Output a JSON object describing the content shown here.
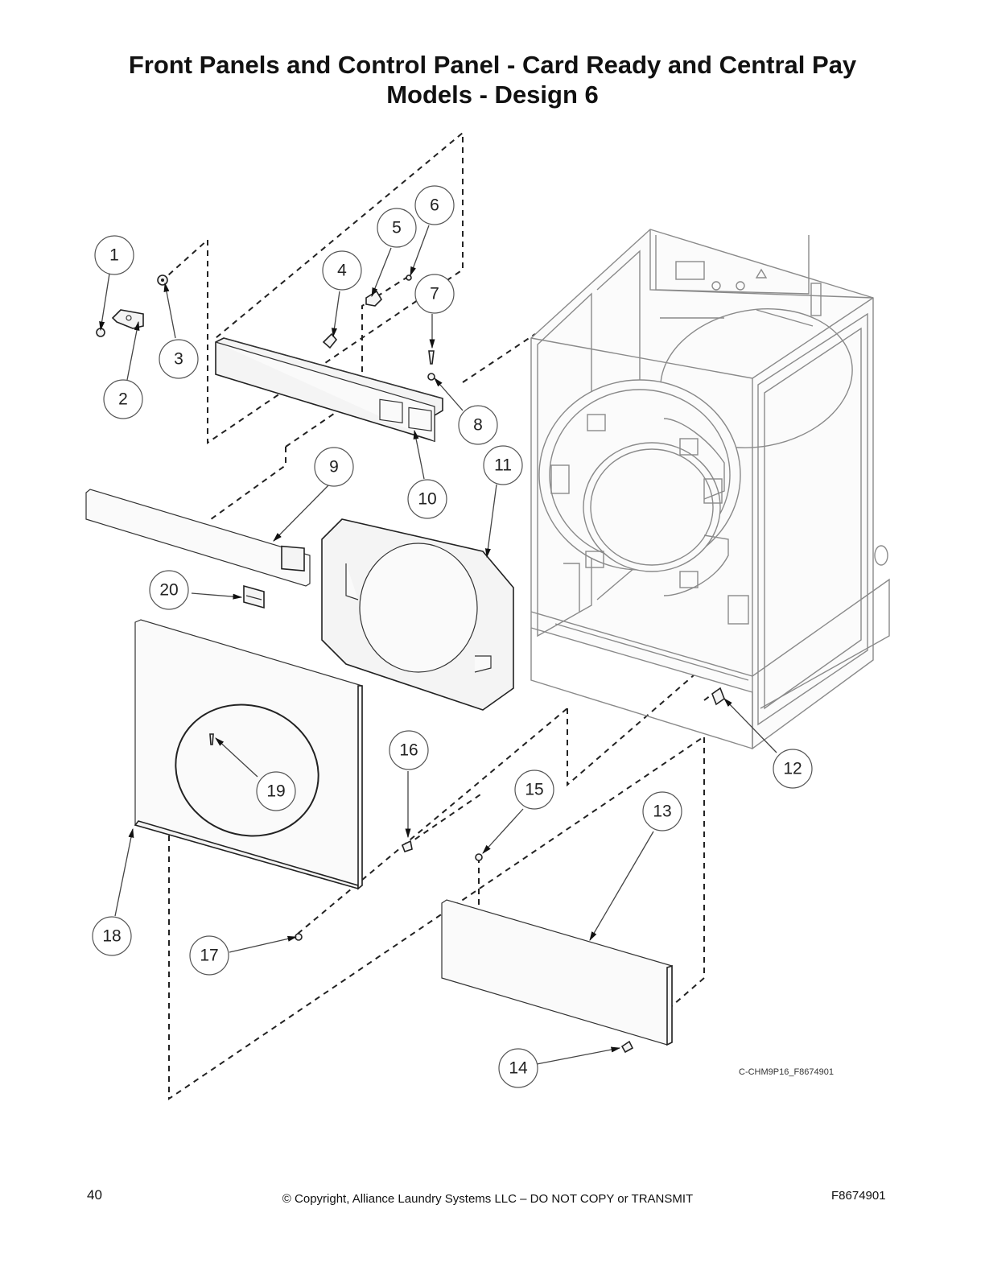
{
  "title": {
    "line1": "Front Panels and Control Panel - Card Ready and Central Pay",
    "line2": "Models - Design 6"
  },
  "callouts": [
    "1",
    "2",
    "3",
    "4",
    "5",
    "6",
    "7",
    "8",
    "9",
    "10",
    "11",
    "12",
    "13",
    "14",
    "15",
    "16",
    "17",
    "18",
    "19",
    "20"
  ],
  "drawing_code": "C-CHM9P16_F8674901",
  "footer": {
    "page_number": "40",
    "copyright": "© Copyright, Alliance Laundry Systems LLC – DO NOT COPY or TRANSMIT",
    "document_number": "F8674901"
  }
}
